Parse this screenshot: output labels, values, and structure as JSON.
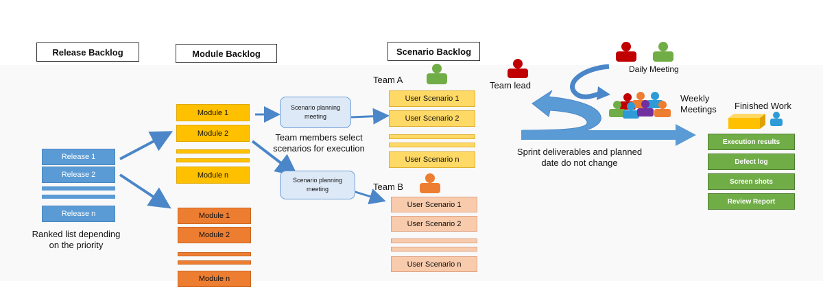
{
  "headers": {
    "release_backlog": "Release Backlog",
    "module_backlog": "Module Backlog",
    "scenario_backlog": "Scenario Backlog"
  },
  "release": {
    "items": [
      "Release 1",
      "Release 2",
      "Release n"
    ],
    "caption": "Ranked list depending on the priority"
  },
  "module_group_1": [
    "Module 1",
    "Module 2",
    "Module n"
  ],
  "module_group_2": [
    "Module 1",
    "Module 2",
    "Module n"
  ],
  "meetings": {
    "meeting_1": "Scenario planning meeting",
    "meeting_2": "Scenario planning meeting",
    "note": "Team members select scenarios for execution"
  },
  "team_a": {
    "label": "Team A",
    "scenarios": [
      "User Scenario 1",
      "User Scenario 2",
      "User Scenario n"
    ]
  },
  "team_b": {
    "label": "Team B",
    "scenarios": [
      "User Scenario 1",
      "User Scenario 2",
      "User Scenario n"
    ]
  },
  "sprint": {
    "team_lead": "Team lead",
    "daily_meeting": "Daily Meeting",
    "weekly_meetings": "Weekly Meetings",
    "deliverables_note": "Sprint deliverables and planned date do not change"
  },
  "finished": {
    "label": "Finished Work",
    "items": [
      "Execution results",
      "Defect log",
      "Screen shots",
      "Review Report"
    ]
  },
  "colors": {
    "release_blue": "#5b9bd5",
    "module_yellow": "#ffc000",
    "module_orange": "#ed7d31",
    "scenario_yellow": "#ffd966",
    "scenario_peach": "#f8cbad",
    "finished_green": "#70ad47",
    "arrow_blue": "#4a86c8",
    "person_red": "#c00000",
    "person_green": "#70ad47",
    "person_orange": "#ed7d31",
    "person_blue": "#2e9bd6",
    "person_purple": "#7030a0"
  }
}
